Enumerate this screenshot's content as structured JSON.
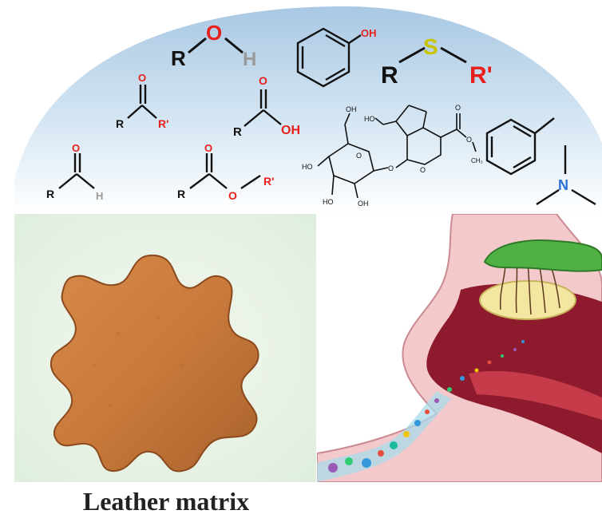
{
  "figure": {
    "caption": "Leather matrix"
  },
  "chem_labels": {
    "r": "R",
    "r_prime": "R'",
    "o": "O",
    "h": "H",
    "s": "S",
    "n": "N",
    "oh": "OH",
    "ho": "HO",
    "ch3": "CH₃"
  },
  "colors": {
    "sky_top": "#a9c8e3",
    "sky_bottom": "#ffffff",
    "oxygen_red": "#e8201c",
    "sulfur_yellow": "#c8c400",
    "nitrogen_blue": "#2a6fd6",
    "hydrogen_gray": "#9a9a9a",
    "leather_orange": "#c97a3c",
    "leather_bg": "#dfeede",
    "nasal_red": "#8d1b2d",
    "skin_pink": "#f3c9cc",
    "bulb_green": "#4fb044",
    "epithelium_yellow": "#f3e6a1",
    "airflow_blue": "#a9d9ea"
  }
}
